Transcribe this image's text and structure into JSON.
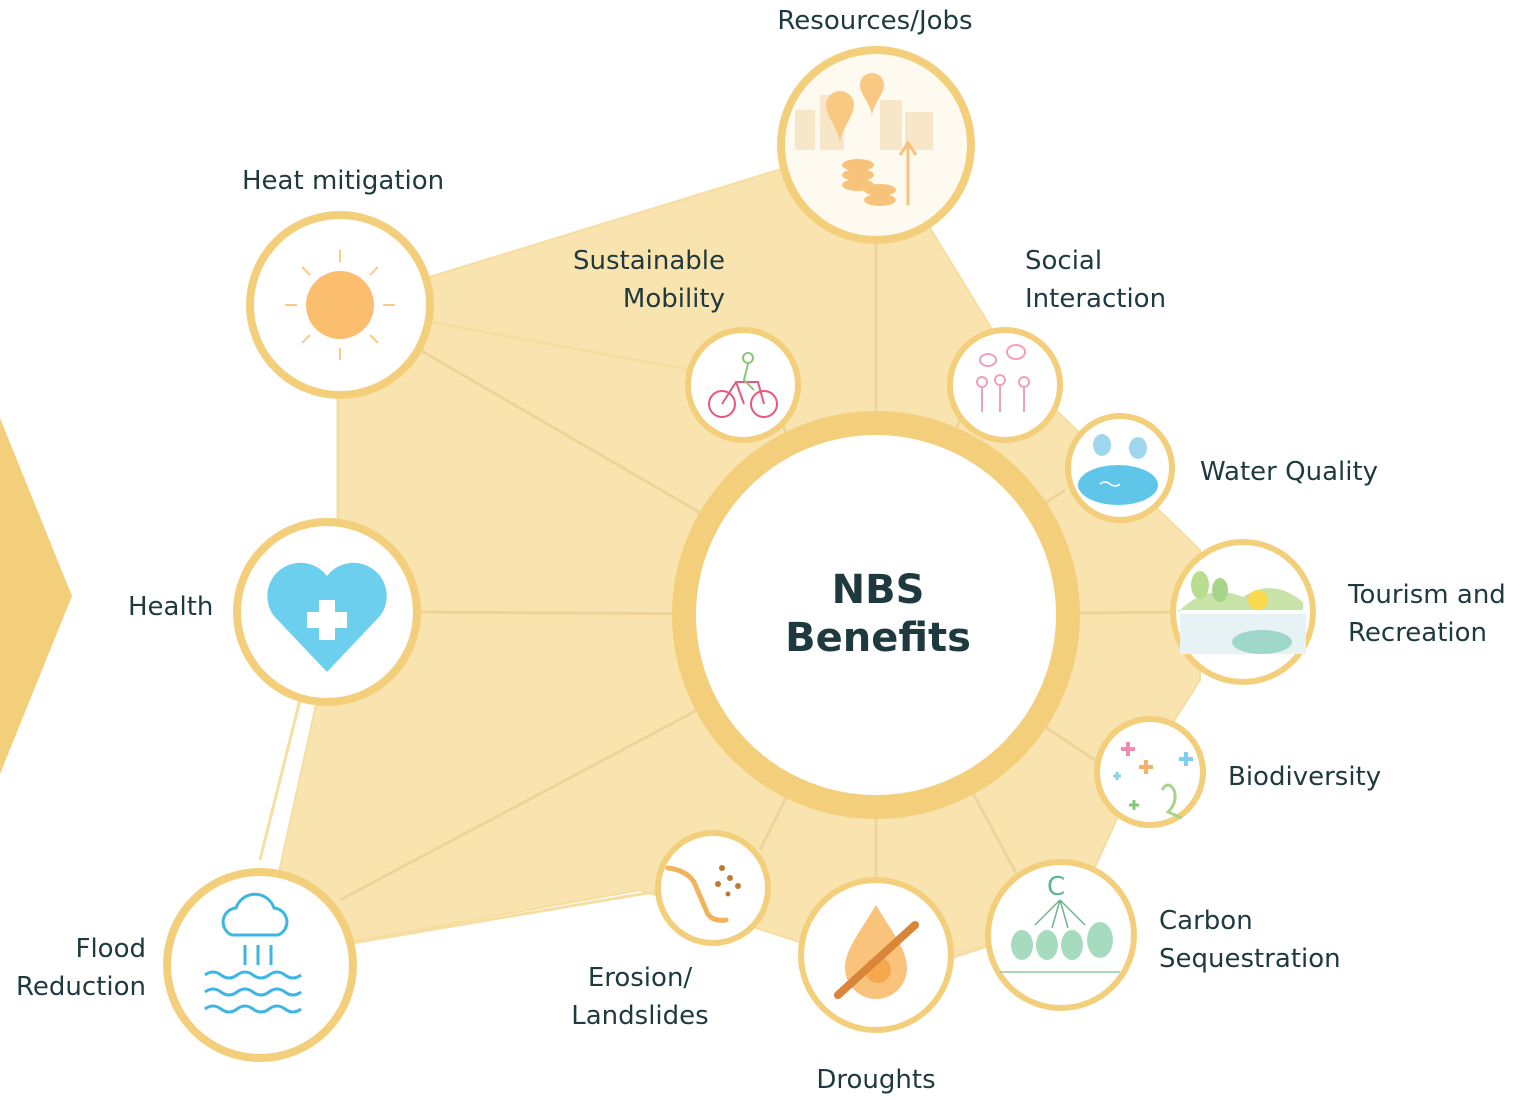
{
  "center": {
    "line1": "NBS",
    "line2": "Benefits"
  },
  "benefits": {
    "resources_jobs": {
      "label": "Resources/Jobs",
      "icon": "city-coins-icon"
    },
    "heat_mitigation": {
      "label": "Heat mitigation",
      "icon": "sun-icon"
    },
    "sustainable_mobility": {
      "line1": "Sustainable",
      "line2": "Mobility",
      "icon": "bicycle-icon"
    },
    "social_interaction": {
      "line1": "Social",
      "line2": "Interaction",
      "icon": "people-talking-icon"
    },
    "water_quality": {
      "label": "Water Quality",
      "icon": "trees-pond-icon"
    },
    "health": {
      "label": "Health",
      "icon": "heart-cross-icon"
    },
    "tourism_recreation": {
      "line1": "Tourism and",
      "line2": "Recreation",
      "icon": "landscape-icon"
    },
    "biodiversity": {
      "label": "Biodiversity",
      "icon": "bird-sparkles-icon"
    },
    "carbon_sequestration": {
      "line1": "Carbon",
      "line2": "Sequestration",
      "icon": "carbon-trees-icon"
    },
    "droughts": {
      "label": "Droughts",
      "icon": "no-water-drop-icon"
    },
    "erosion_landslides": {
      "line1": "Erosion/",
      "line2": "Landslides",
      "icon": "erosion-icon"
    },
    "flood_reduction": {
      "line1": "Flood",
      "line2": "Reduction",
      "icon": "rain-waves-icon"
    }
  },
  "colors": {
    "ring": "#f3cf7c",
    "fill": "#f9e3ae",
    "spoke": "#f0d8a0",
    "text": "#1f3a3f",
    "arrow": "#f3cf7c",
    "sun": "#fbbd6e",
    "heart": "#6ccfee",
    "water": "#4ec2e8",
    "drop": "#f7b55c"
  }
}
